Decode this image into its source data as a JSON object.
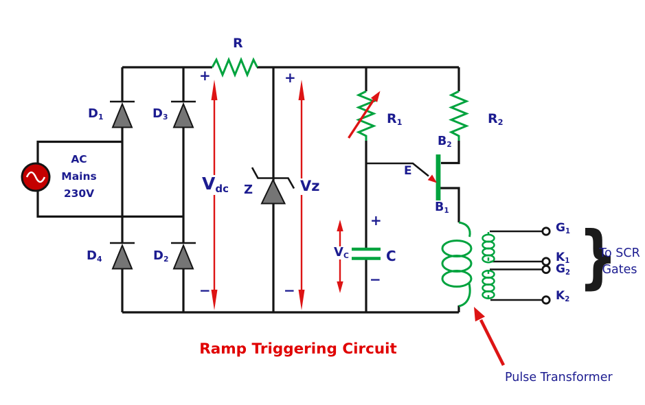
{
  "title": "Ramp Triggering Circuit",
  "colors": {
    "wire": "#141414",
    "component_green": "#00a33e",
    "arrow_red": "#dd1414",
    "label_navy": "#1c1c90",
    "title_red": "#e00000",
    "diode_fill": "#757575",
    "ac_source_fill": "#c40000"
  },
  "ac_source": {
    "line1": "AC",
    "line2": "Mains",
    "line3": "230V"
  },
  "components": {
    "r": {
      "base": "R",
      "sub": ""
    },
    "d1": {
      "base": "D",
      "sub": "1"
    },
    "d3": {
      "base": "D",
      "sub": "3"
    },
    "d4": {
      "base": "D",
      "sub": "4"
    },
    "d2": {
      "base": "D",
      "sub": "2"
    },
    "z": {
      "base": "Z",
      "sub": ""
    },
    "r1": {
      "base": "R",
      "sub": "1"
    },
    "r2": {
      "base": "R",
      "sub": "2"
    },
    "c": {
      "base": "C",
      "sub": ""
    },
    "e": {
      "base": "E",
      "sub": ""
    },
    "b1": {
      "base": "B",
      "sub": "1"
    },
    "b2": {
      "base": "B",
      "sub": "2"
    }
  },
  "measurements": {
    "vdc": {
      "base": "V",
      "sub": "dc",
      "plus": "+",
      "minus": "−"
    },
    "vz": {
      "base": "Vz",
      "sub": "",
      "plus": "+",
      "minus": "−"
    },
    "vc": {
      "base": "V",
      "sub": "C",
      "plus": "+",
      "minus": "−"
    }
  },
  "terminals": {
    "g1": {
      "base": "G",
      "sub": "1"
    },
    "k1": {
      "base": "K",
      "sub": "1"
    },
    "g2": {
      "base": "G",
      "sub": "2"
    },
    "k2": {
      "base": "K",
      "sub": "2"
    }
  },
  "annotations": {
    "brace": "}",
    "to_scr_line1": "To SCR",
    "to_scr_line2": "Gates",
    "pulse_transformer": "Pulse Transformer"
  }
}
